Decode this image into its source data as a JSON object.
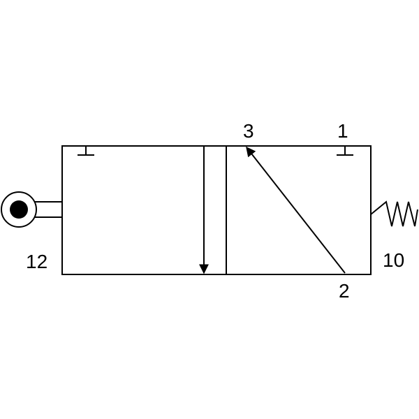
{
  "diagram": {
    "type": "pneumatic-valve-3-2",
    "ports": {
      "port_3": "3",
      "port_1": "1",
      "port_2": "2",
      "port_12": "12",
      "port_10": "10"
    },
    "actuators": {
      "left": "roller",
      "right": "spring"
    },
    "colors": {
      "stroke": "#000000",
      "background": "#ffffff"
    }
  }
}
